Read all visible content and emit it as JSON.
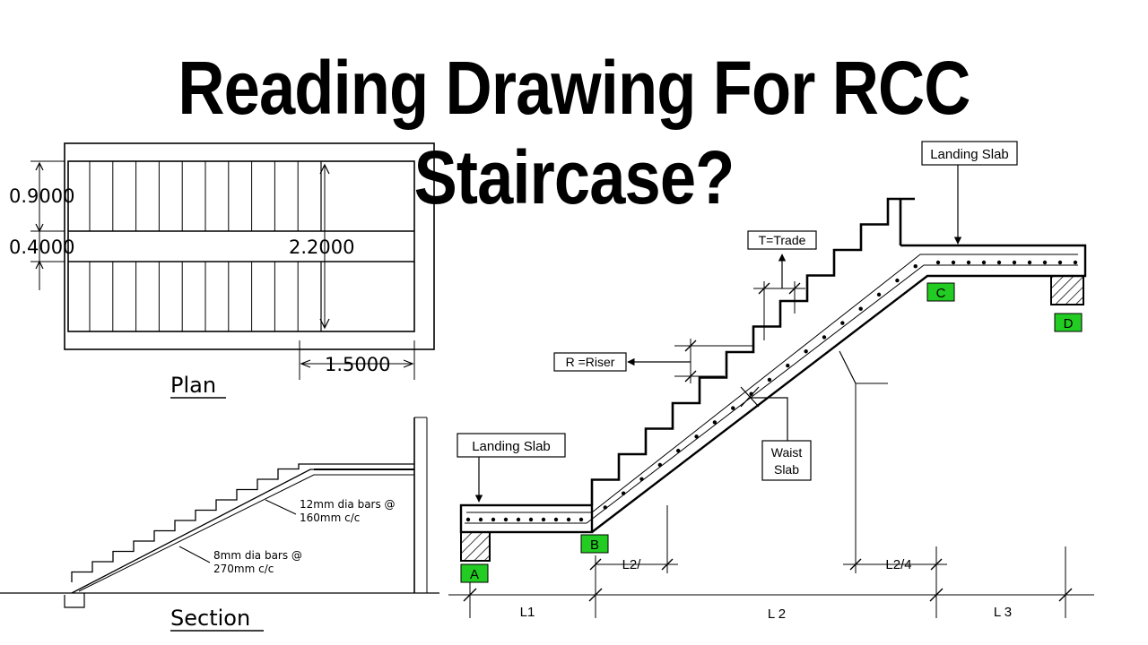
{
  "title": "Reading Drawing For RCC Staircase?",
  "plan": {
    "label": "Plan",
    "dim_top": "0.9000",
    "dim_middle": "0.4000",
    "dim_height": "2.2000",
    "dim_width": "1.5000"
  },
  "section": {
    "label": "Section",
    "note_top_line1": "12mm dia bars @",
    "note_top_line2": "160mm c/c",
    "note_bottom_line1": "8mm dia bars @",
    "note_bottom_line2": "270mm c/c"
  },
  "detail": {
    "landing_slab_top": "Landing Slab",
    "landing_slab_bottom": "Landing Slab",
    "tread": "T=Trade",
    "riser": "R =Riser",
    "waist_line1": "Waist",
    "waist_line2": "Slab",
    "support_a": "A",
    "support_b": "B",
    "support_c": "C",
    "support_d": "D",
    "dim_l2_half": "L2/",
    "dim_l2_quarter": "L2/4",
    "span_l1": "L1",
    "span_l2": "L 2",
    "span_l3": "L 3"
  },
  "colors": {
    "support_tag": "#22cc22",
    "line": "#000000",
    "background": "#ffffff"
  }
}
